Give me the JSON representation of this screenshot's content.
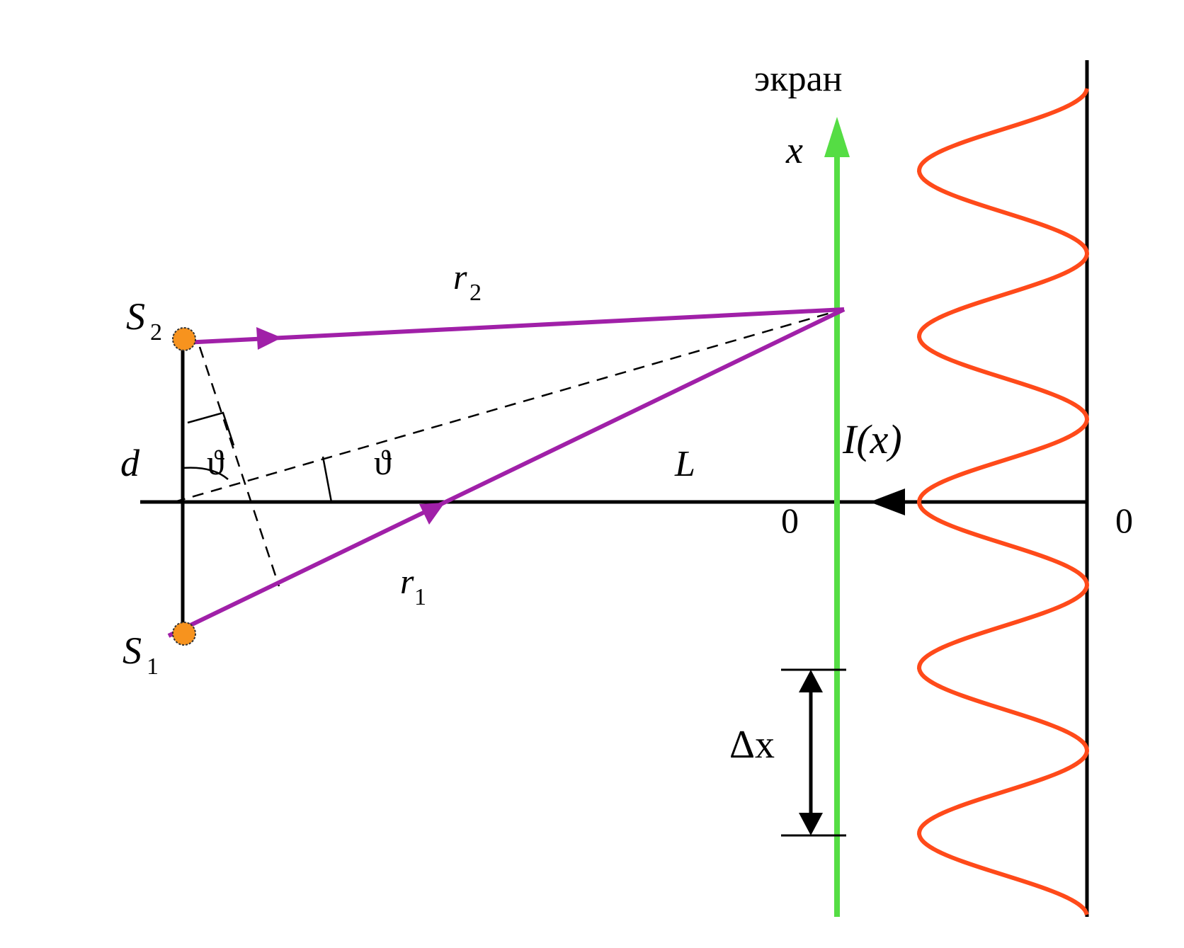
{
  "labels": {
    "screen": "экран",
    "x_axis": "x",
    "r2_main": "r",
    "r2_sub": "2",
    "r1_main": "r",
    "r1_sub": "1",
    "s2_main": "S",
    "s2_sub": "2",
    "s1_main": "S",
    "s1_sub": "1",
    "d": "d",
    "theta_left": "ϑ",
    "theta_mid": "ϑ",
    "L": "L",
    "zero_screen": "0",
    "zero_right": "0",
    "intensity": "I(x)",
    "delta_x": "Δx"
  },
  "colors": {
    "ray": "#a020a8",
    "screen": "#55dd44",
    "intensity_curve": "#ff4a1a",
    "source": "#f7931e",
    "axis": "#000000"
  },
  "intensity_profile": {
    "maxima_count": 5,
    "shape": "cos-squared"
  }
}
